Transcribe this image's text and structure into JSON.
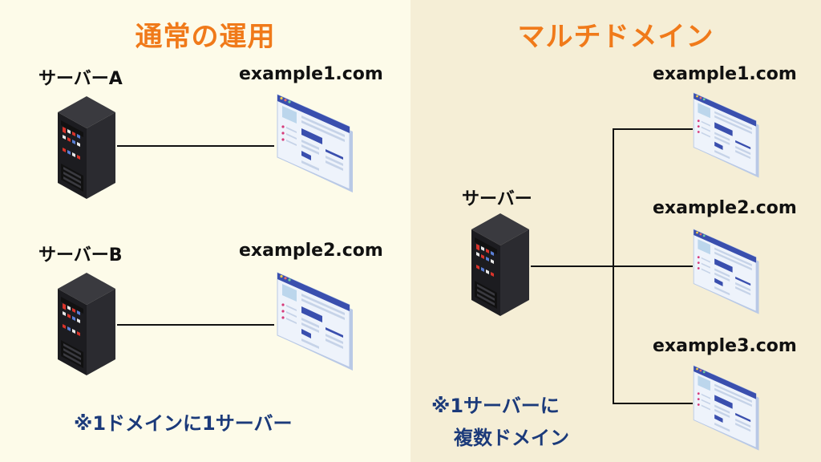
{
  "left": {
    "title": "通常の運用",
    "server_a_label": "サーバーA",
    "server_b_label": "サーバーB",
    "domain1": "example1.com",
    "domain2": "example2.com",
    "note": "※1ドメインに1サーバー"
  },
  "right": {
    "title": "マルチドメイン",
    "server_label": "サーバー",
    "domain1": "example1.com",
    "domain2": "example2.com",
    "domain3": "example3.com",
    "note_line1": "※1サーバーに",
    "note_line2": "複数ドメイン"
  },
  "colors": {
    "title": "#f07a1a",
    "note": "#1b3a7a",
    "left_bg": "#fdfbe9",
    "right_bg": "#f5eed6"
  },
  "icons": {
    "server": "server-rack-icon",
    "browser": "browser-window-icon"
  }
}
